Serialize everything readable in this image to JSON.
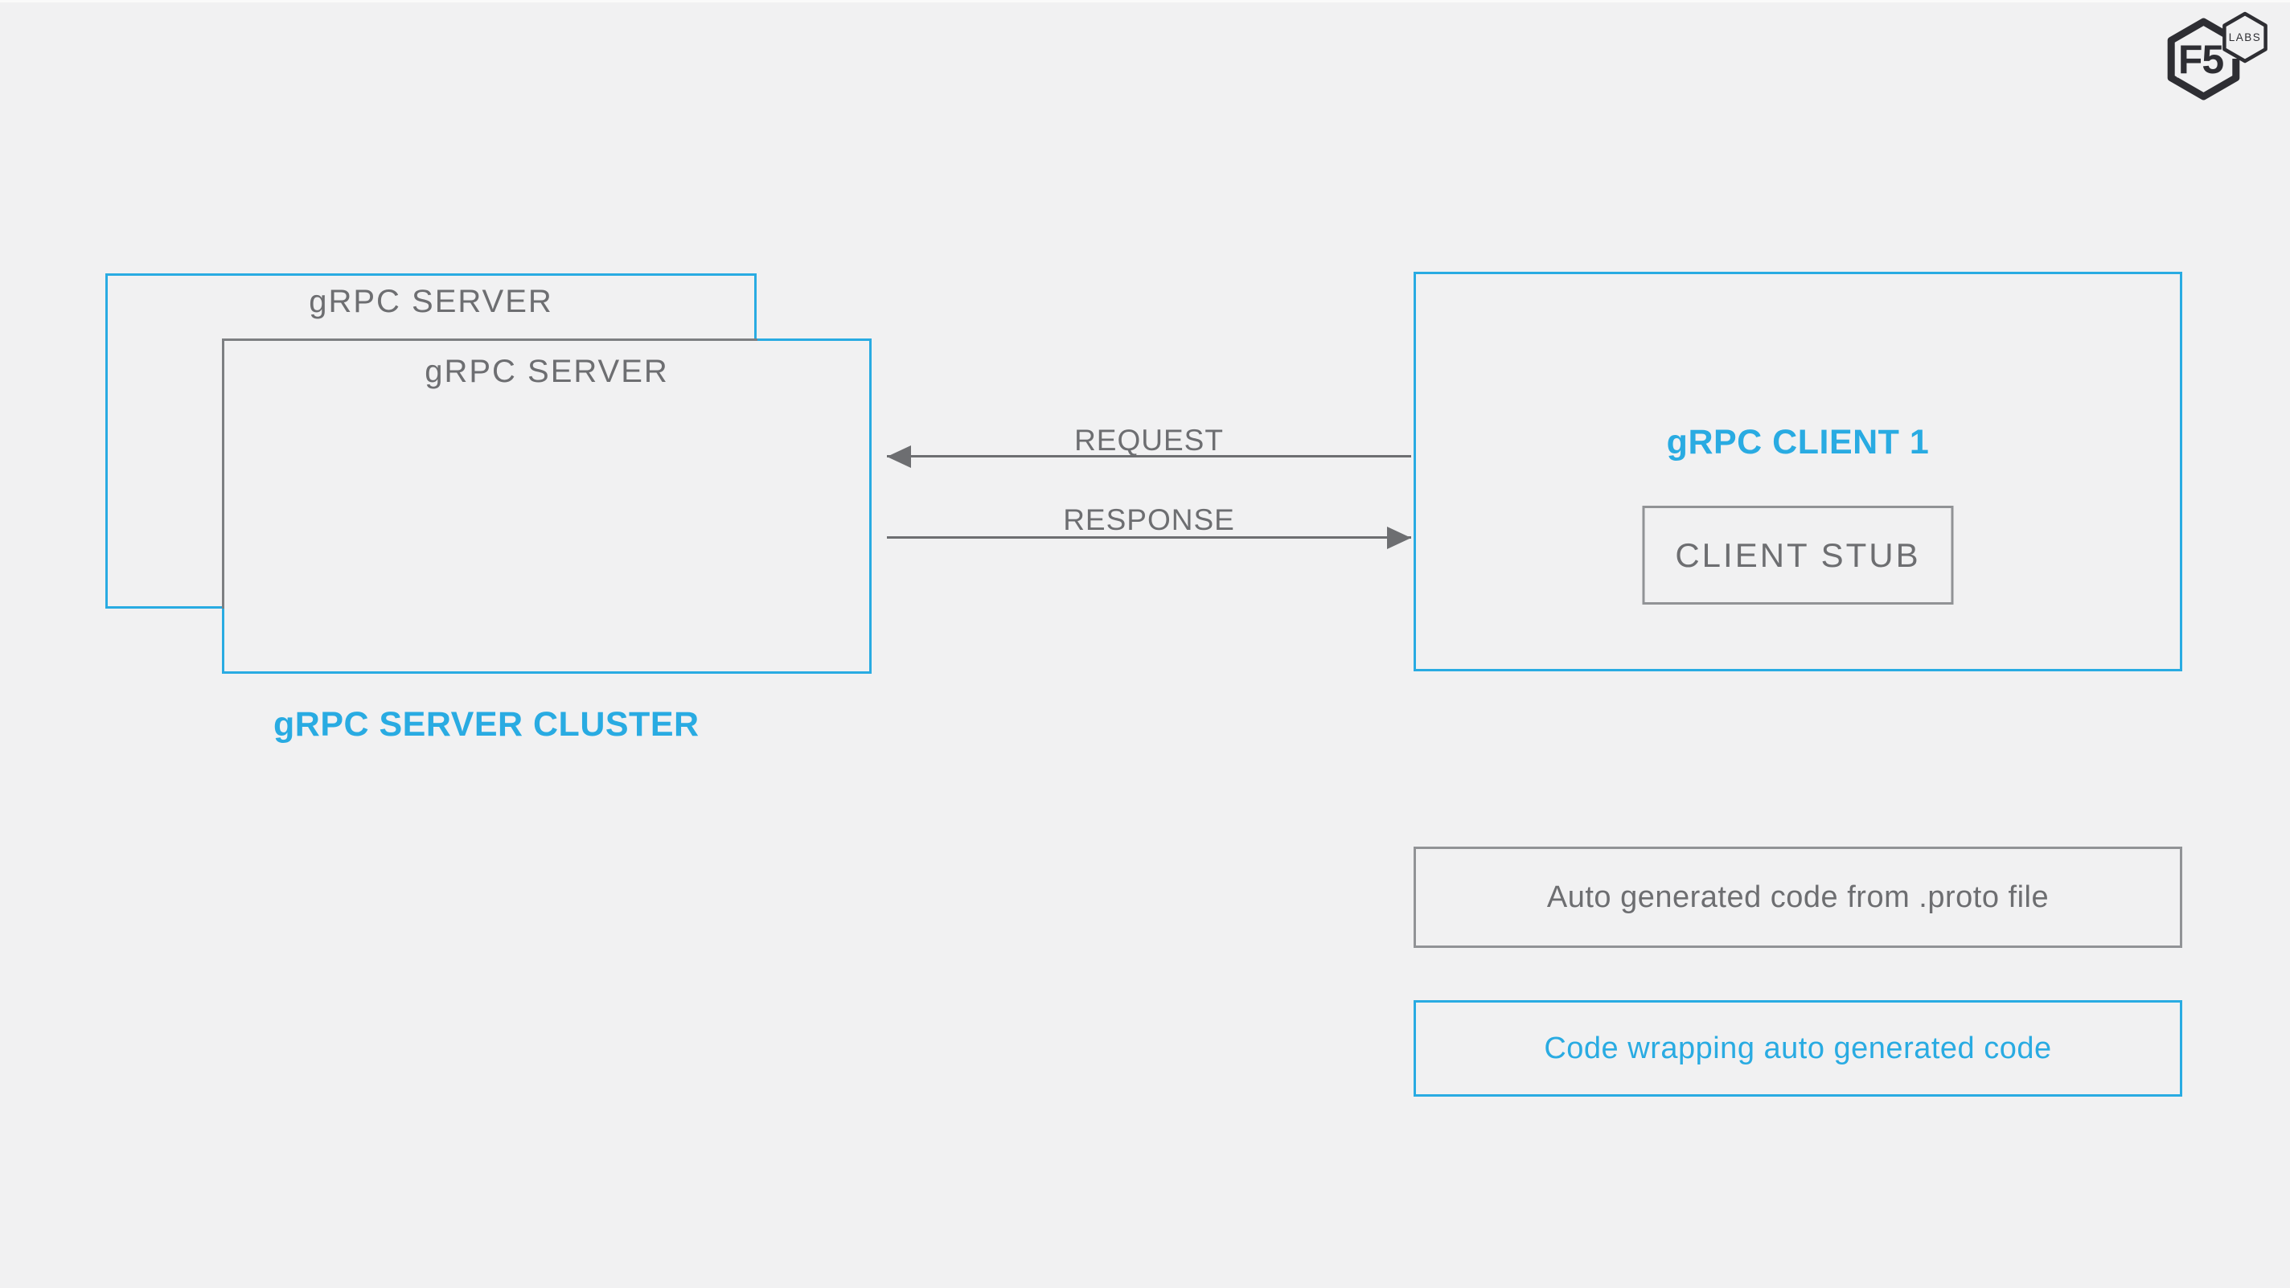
{
  "colors": {
    "background": "#f1f1f2",
    "accent_blue": "#29abe2",
    "gray_text": "#6d6e71",
    "gray_border": "#919396",
    "overlay_gray": "#7d7f82",
    "logo_dark": "#2e2e33"
  },
  "logo": {
    "main": "F5",
    "sub": "LABS"
  },
  "diagram": {
    "server_back_label": "gRPC SERVER",
    "server_front_label": "gRPC SERVER",
    "server_caption": "gRPC SERVER CLUSTER",
    "client_title": "gRPC CLIENT 1",
    "client_stub_label": "CLIENT STUB",
    "request_label": "REQUEST",
    "response_label": "RESPONSE"
  },
  "legend": {
    "auto_generated": "Auto generated code from .proto file",
    "code_wrapping": "Code wrapping auto generated code"
  }
}
